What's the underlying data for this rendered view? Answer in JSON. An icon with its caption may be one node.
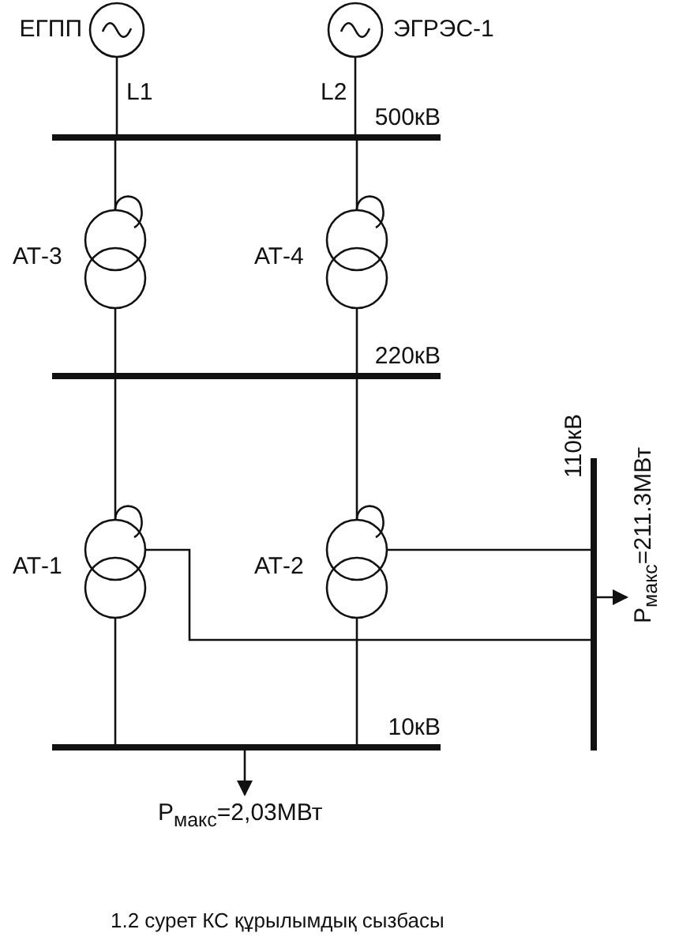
{
  "diagram": {
    "caption": "1.2 сурет КС құрылымдық сызбасы",
    "nodes": [
      {
        "text": [
          "ЕГПП"
        ]
      },
      {
        "text": [
          "ЭГРЭС-1"
        ]
      },
      {
        "text": [
          "500кВ"
        ]
      },
      {
        "text": [
          "АТ-3"
        ]
      },
      {
        "text": [
          "АТ-4"
        ]
      },
      {
        "text": [
          "220кВ"
        ]
      },
      {
        "text": [
          "110кВ"
        ]
      },
      {
        "text": [
          "АТ-1"
        ]
      },
      {
        "text": [
          "АТ-2"
        ]
      },
      {
        "text": [
          "10кВ"
        ]
      },
      {
        "text": [
          "P$_{макс}$=211.3МВт"
        ]
      },
      {
        "text": [
          "P$_{макс}$=2,03МВт"
        ]
      }
    ],
    "edges": [
      {
        "from": 0,
        "to": 2,
        "arrow": "none",
        "label": "L1"
      },
      {
        "from": 1,
        "to": 2,
        "arrow": "none",
        "label": "L2"
      },
      {
        "from": 2,
        "to": 3,
        "arrow": "none"
      },
      {
        "from": 2,
        "to": 4,
        "arrow": "none"
      },
      {
        "from": 3,
        "to": 5,
        "arrow": "none"
      },
      {
        "from": 4,
        "to": 5,
        "arrow": "none"
      },
      {
        "from": 5,
        "to": 7,
        "arrow": "none"
      },
      {
        "from": 5,
        "to": 8,
        "arrow": "none"
      },
      {
        "from": 7,
        "to": 6,
        "arrow": "none"
      },
      {
        "from": 7,
        "to": 9,
        "arrow": "none"
      },
      {
        "from": 8,
        "to": 6,
        "arrow": "none"
      },
      {
        "from": 8,
        "to": 9,
        "arrow": "none"
      },
      {
        "from": 6,
        "to": 10,
        "arrow": "to"
      },
      {
        "from": 9,
        "to": 11,
        "arrow": "to"
      }
    ]
  }
}
